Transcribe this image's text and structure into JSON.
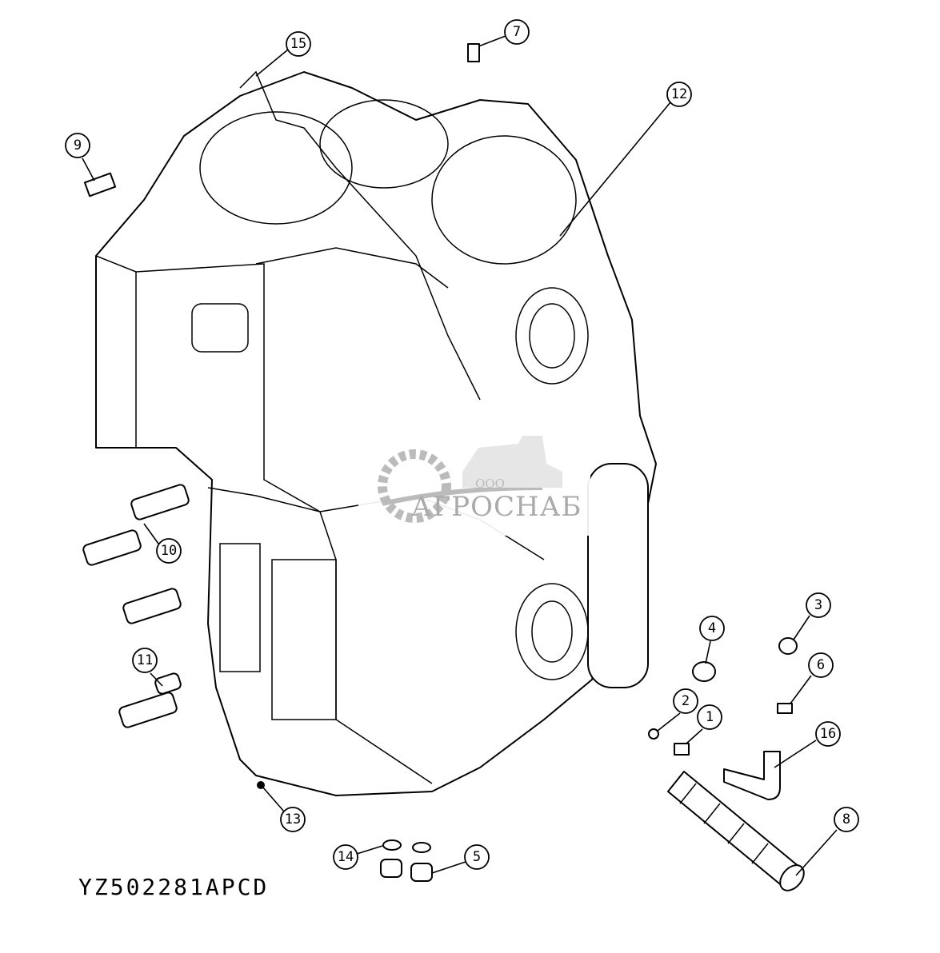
{
  "diagram": {
    "code": "YZ502281APCD",
    "callouts": [
      "1",
      "2",
      "3",
      "4",
      "5",
      "6",
      "7",
      "8",
      "9",
      "10",
      "11",
      "12",
      "13",
      "14",
      "15",
      "16"
    ],
    "watermark": {
      "prefix": "ООО",
      "name": "АГРОСНАБ"
    }
  }
}
